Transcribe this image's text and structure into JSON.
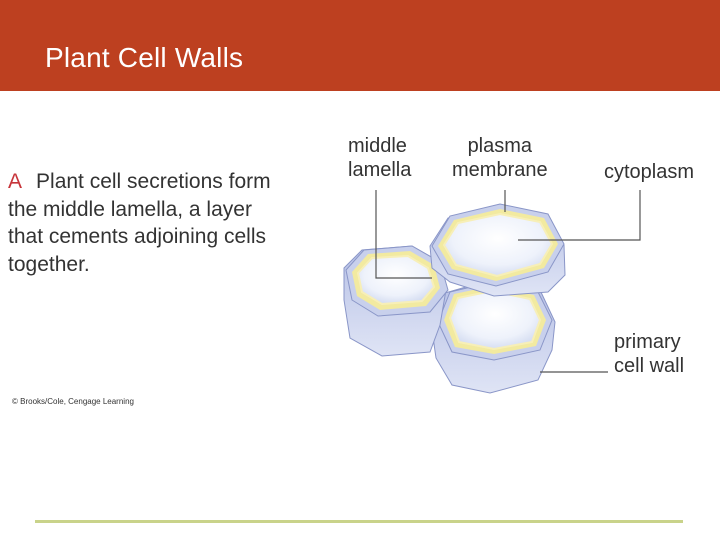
{
  "header": {
    "title": "Plant Cell Walls",
    "color": "#bd4020"
  },
  "caption": {
    "letter": "A",
    "text": "Plant cell secretions form the middle lamella, a layer that cements adjoining cells together.",
    "letter_color": "#c7343a"
  },
  "credit": "© Brooks/Cole, Cengage Learning",
  "labels": {
    "middle_lamella": {
      "line1": "middle",
      "line2": "lamella"
    },
    "plasma_membrane": {
      "line1": "plasma",
      "line2": "membrane"
    },
    "cytoplasm": "cytoplasm",
    "primary_cell_wall": {
      "line1": "primary",
      "line2": "cell wall"
    }
  },
  "colors": {
    "cell_wall": "#c8d0ec",
    "cell_wall_dark": "#8a96c8",
    "middle_lamella": "#f2eaa0",
    "membrane": "#f7efb8",
    "cytoplasm": "#eef2fb",
    "footer_line": "#c9d38a"
  }
}
